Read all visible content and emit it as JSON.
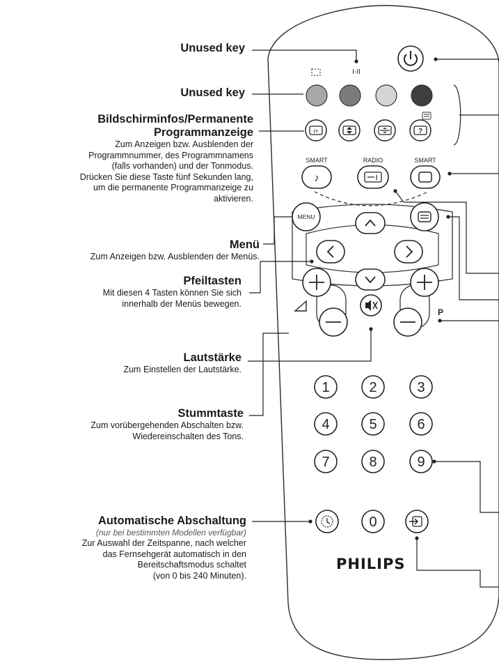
{
  "labels": {
    "unused1": {
      "title": "Unused key"
    },
    "unused2": {
      "title": "Unused key"
    },
    "info": {
      "title_line1": "Bildschirminfos/Permanente",
      "title_line2": "Programmanzeige",
      "desc": [
        "Zum Anzeigen bzw. Ausblenden der",
        "Programmnummer, des Programmnamens",
        "(falls vorhanden) und der Tonmodus.",
        "Drücken Sie diese Taste fünf Sekunden lang,",
        "um die permanente Programmanzeige zu",
        "aktivieren."
      ]
    },
    "menu": {
      "title": "Menü",
      "desc": [
        "Zum Anzeigen bzw. Ausblenden der Menüs."
      ]
    },
    "arrows": {
      "title": "Pfeiltasten",
      "desc": [
        "Mit diesen 4 Tasten können Sie sich",
        "innerhalb der Menüs bewegen."
      ]
    },
    "volume": {
      "title": "Lautstärke",
      "desc": [
        "Zum Einstellen der Lautstärke."
      ]
    },
    "mute": {
      "title": "Stummtaste",
      "desc": [
        "Zum vorübergehenden Abschalten bzw.",
        "Wiedereinschalten des Tons."
      ]
    },
    "sleep": {
      "title": "Automatische Abschaltung",
      "note": "(nur bei bestimmten Modellen verfügbar)",
      "desc": [
        "Zur Auswahl der Zeitspanne, nach welcher",
        "das Fernsehgerät automatisch in den",
        "Bereitschaftsmodus schaltet",
        "(von 0 bis 240 Minuten)."
      ]
    }
  },
  "remote": {
    "brand": "PHILIPS",
    "small_labels": {
      "i_ii": "I-II",
      "smart_left": "SMART",
      "radio": "RADIO",
      "smart_right": "SMART",
      "menu": "MENU",
      "p": "P"
    },
    "digits": [
      "1",
      "2",
      "3",
      "4",
      "5",
      "6",
      "7",
      "8",
      "9",
      "0"
    ],
    "color_keys": [
      "#a8a8a8",
      "#7c7c7c",
      "#d6d6d6",
      "#3e3e3e"
    ]
  }
}
